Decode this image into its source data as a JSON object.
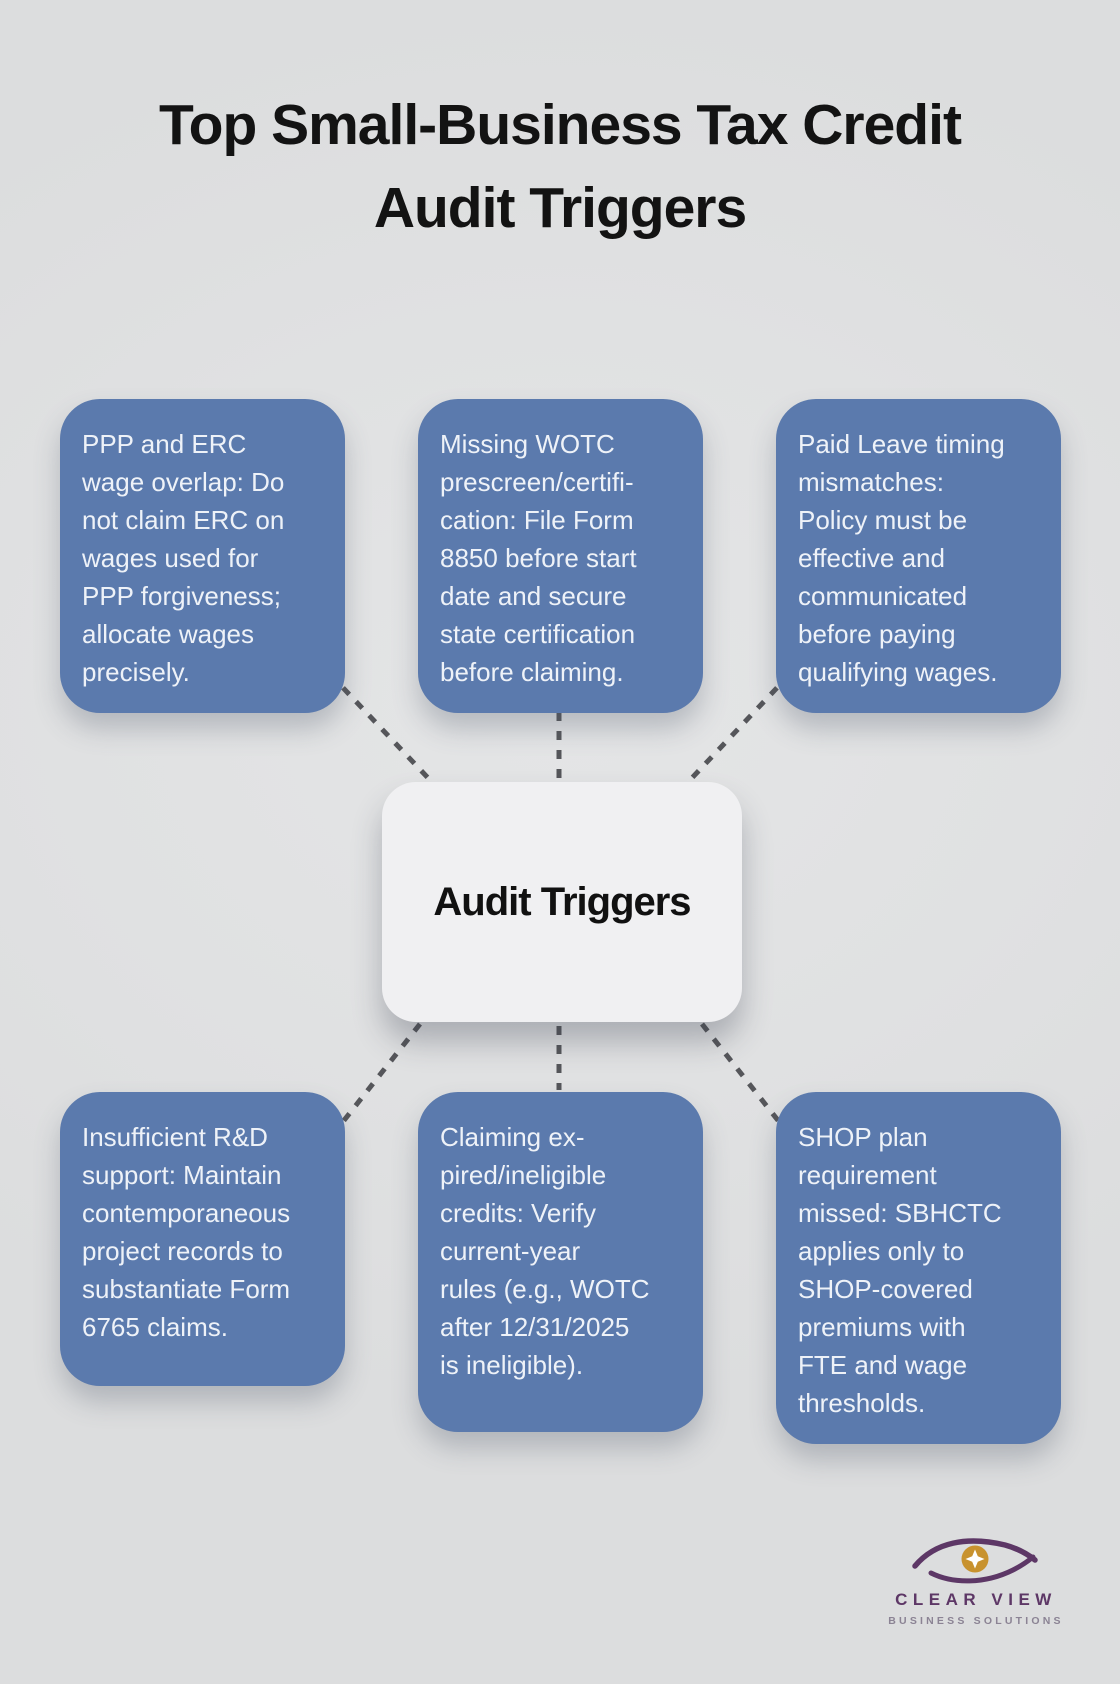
{
  "title": {
    "line1": "Top Small-Business Tax Credit",
    "line2": "Audit Triggers"
  },
  "center": {
    "label": "Audit Triggers"
  },
  "triggers": [
    {
      "id": "ppp-erc-wage-overlap",
      "position": "top-left",
      "text": "PPP and ERC wage overlap: Do not claim ERC on wages used for PPP forgiveness; allocate wages precisely.",
      "lines": [
        "PPP and ERC",
        "wage overlap: Do",
        "not claim ERC on",
        "wages used for",
        "PPP forgiveness;",
        "allocate wages",
        "precisely."
      ]
    },
    {
      "id": "missing-wotc-certification",
      "position": "top-middle",
      "text": "Missing WOTC prescreen/certification: File Form 8850 before start date and secure state certification before claiming.",
      "lines": [
        "Missing WOTC",
        "prescreen/certifi-",
        "cation: File Form",
        "8850 before start",
        "date and secure",
        "state certification",
        "before claiming."
      ]
    },
    {
      "id": "paid-leave-timing",
      "position": "top-right",
      "text": "Paid Leave timing mismatches: Policy must be effective and communicated before paying qualifying wages.",
      "lines": [
        "Paid Leave timing",
        "mismatches:",
        "Policy must be",
        "effective and",
        "communicated",
        "before paying",
        "qualifying wages."
      ]
    },
    {
      "id": "insufficient-rd-support",
      "position": "bottom-left",
      "text": "Insufficient R&D support: Maintain contemporaneous project records to substantiate Form 6765 claims.",
      "lines": [
        "Insufficient R&D",
        "support: Maintain",
        "contemporaneous",
        "project records to",
        "substantiate Form",
        "6765 claims."
      ]
    },
    {
      "id": "claiming-expired-credits",
      "position": "bottom-middle",
      "text": "Claiming expired/ineligible credits: Verify current-year rules (e.g., WOTC after 12/31/2025 is ineligible).",
      "lines": [
        "Claiming ex-",
        "pired/ineligible",
        "credits: Verify",
        "current-year",
        "rules (e.g., WOTC",
        "after 12/31/2025",
        "is ineligible)."
      ]
    },
    {
      "id": "shop-plan-requirement",
      "position": "bottom-right",
      "text": "SHOP plan requirement missed: SBHCTC applies only to SHOP-covered premiums with FTE and wage thresholds.",
      "lines": [
        "SHOP plan",
        "requirement",
        "missed: SBHCTC",
        "applies only to",
        "SHOP-covered",
        "premiums with",
        "FTE and wage",
        "thresholds."
      ]
    }
  ],
  "logo": {
    "name": "CLEAR VIEW",
    "tagline": "BUSINESS SOLUTIONS",
    "icon": "eye-with-star-icon"
  },
  "colors": {
    "background": "#e0e1e2",
    "trigger_box": "#5b7aad",
    "trigger_text": "#eef2f8",
    "center_box": "#f0f0f2",
    "title_text": "#131313",
    "connector": "#55565a",
    "logo_purple": "#5d3766",
    "logo_gold": "#c8922e",
    "logo_tagline_gray": "#8b8394"
  }
}
